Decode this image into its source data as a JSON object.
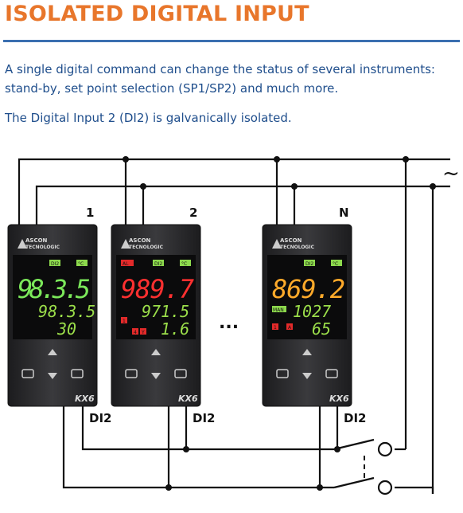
{
  "header": {
    "title": "ISOLATED DIGITAL INPUT"
  },
  "description": {
    "line1": "A single digital command can change the status of several instruments:",
    "line2": "stand-by, set point selection (SP1/SP2) and much more.",
    "line3": "The Digital Input 2 (DI2) is galvanically isolated."
  },
  "diagram": {
    "ac_symbol": "~",
    "ellipsis": "...",
    "di_label": "DI2",
    "instruments": [
      {
        "number": "1",
        "brand_line1": "ASCON",
        "brand_line2": "TECNOLOGIC",
        "pv": "98.3.5",
        "sv": "98.3.5",
        "out": "30",
        "model": "KX6",
        "pv_color": "#7be85a",
        "tag_di": "DI2",
        "tag_unit": "°C",
        "tag_al": "",
        "tag_man": "",
        "icons": [
          "up-arrow",
          "down-arrow",
          "loop",
          "enter"
        ]
      },
      {
        "number": "2",
        "brand_line1": "ASCON",
        "brand_line2": "TECNOLOGIC",
        "pv": "989.7",
        "sv": "971.5",
        "out": "1.6",
        "model": "KX6",
        "pv_color": "#ff3030",
        "tag_di": "DI2",
        "tag_unit": "°C",
        "tag_al": "AL",
        "tag_man": "",
        "leds": [
          "1",
          "4",
          "Y"
        ]
      },
      {
        "number": "N",
        "brand_line1": "ASCON",
        "brand_line2": "TECNOLOGIC",
        "pv": "869.2",
        "sv": "1027",
        "out": "65",
        "model": "KX6",
        "pv_color": "#ffaa2a",
        "tag_di": "DI2",
        "tag_unit": "°C",
        "tag_al": "",
        "tag_man": "MAN",
        "leds": [
          "1",
          "A"
        ]
      }
    ],
    "colors": {
      "line": "#111111",
      "panel": "#2a2a2c",
      "sv_green": "#9bde4a",
      "tag_red": "#e32a2a",
      "tag_green": "#8dd94d"
    }
  }
}
